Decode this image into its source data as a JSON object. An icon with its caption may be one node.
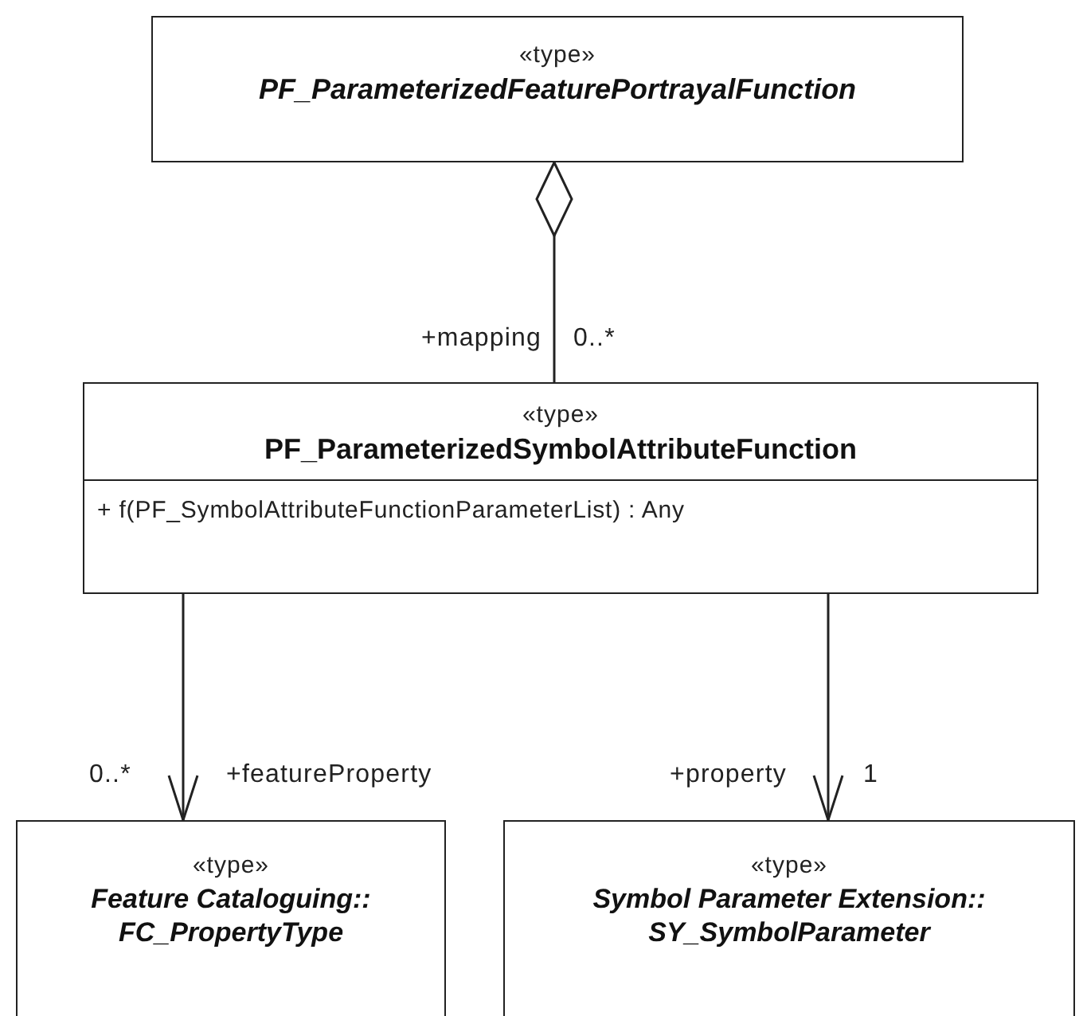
{
  "diagram": {
    "nodes": [
      {
        "text": [
          "«type»",
          "PF_ParameterizedFeaturePortrayalFunction"
        ]
      },
      {
        "text": [
          "«type»",
          "PF_ParameterizedSymbolAttributeFunction",
          "+ f(PF_SymbolAttributeFunctionParameterList) : Any"
        ]
      },
      {
        "text": [
          "«type»",
          "Feature Cataloguing:: FC_PropertyType"
        ]
      },
      {
        "text": [
          "«type»",
          "Symbol Parameter Extension:: SY_SymbolParameter"
        ]
      }
    ],
    "edges": [
      {
        "from": 0,
        "to": 1,
        "arrow": "other",
        "label": "+mapping"
      },
      {
        "from": 1,
        "to": 2,
        "arrow": "to",
        "label": "+featureProperty"
      },
      {
        "from": 1,
        "to": 3,
        "arrow": "to",
        "label": "+property"
      }
    ],
    "labels": [
      "0..*",
      "0..*",
      "1"
    ]
  }
}
